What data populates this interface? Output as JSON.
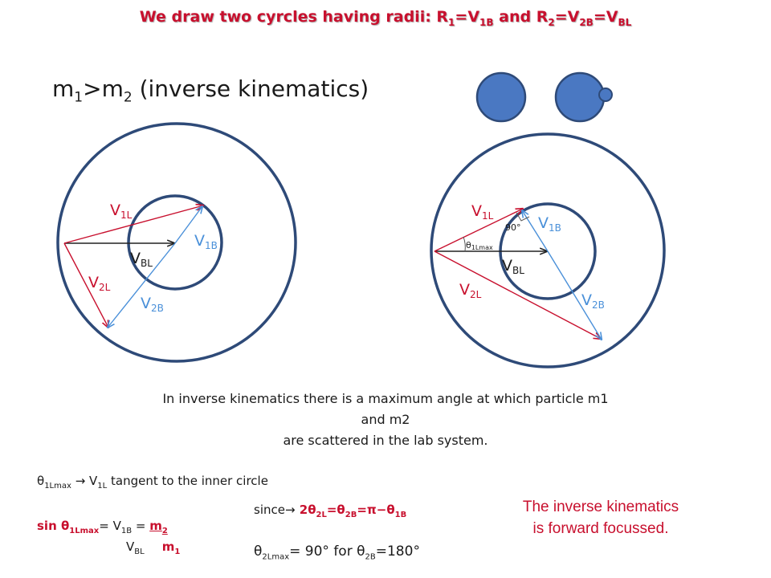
{
  "title": {
    "prefix": "We draw two cyrcles having radii: R",
    "r1_sub": "1",
    "eq1": "=V",
    "v1b_sub": "1B",
    "mid": " and R",
    "r2_sub": "2",
    "eq2": "=V",
    "v2b_sub": "2B",
    "eq3": "=V",
    "vbl_sub": "BL"
  },
  "subtitle": {
    "m1": "m",
    "m1_sub": "1",
    "gt": ">m",
    "m2_sub": "2",
    "rest": " (inverse kinematics)"
  },
  "left_diagram": {
    "labels": {
      "v1l": "V",
      "v1l_sub": "1L",
      "v1b": "V",
      "v1b_sub": "1B",
      "vbl": "V",
      "vbl_sub": "BL",
      "v2l": "V",
      "v2l_sub": "2L",
      "v2b": "V",
      "v2b_sub": "2B"
    }
  },
  "right_diagram": {
    "labels": {
      "v1l": "V",
      "v1l_sub": "1L",
      "v1b": "V",
      "v1b_sub": "1B",
      "vbl": "V",
      "vbl_sub": "BL",
      "v2l": "V",
      "v2l_sub": "2L",
      "v2b": "V",
      "v2b_sub": "2B",
      "angle": "90°",
      "theta": "θ",
      "theta_sub": "1Lmax"
    }
  },
  "paragraph": {
    "line1": "In inverse kinematics there is a maximum angle at which particle m1 and m2",
    "line2": "are scattered in the lab system."
  },
  "notes": {
    "tangent": {
      "theta": "θ",
      "theta_sub": "1Lmax",
      "arrow_text": " → V",
      "v_sub": "1L",
      "rest": " tangent to the inner circle"
    },
    "sin": {
      "sin_label": "sin θ",
      "sin_sub": "1Lmax",
      "eq1": "= V",
      "v1b_sub": "1B",
      "eq2": " = ",
      "m2": "m",
      "m2_sub": "2",
      "den_v": "V",
      "den_v_sub": "BL",
      "m1": "m",
      "m1_sub": "1"
    },
    "since": {
      "since": "since",
      "arrow": "→",
      "expr_a": " 2θ",
      "expr_a_sub": "2L",
      "expr_b": "=θ",
      "expr_b_sub": "2B",
      "expr_c": "=π−θ",
      "expr_c_sub": "1B"
    },
    "theta2": {
      "theta": "θ",
      "theta_sub": "2Lmax",
      "mid": "= 90° for θ",
      "mid_sub": "2B",
      "end": "=180°"
    }
  },
  "conclusion": {
    "line1": "The inverse  kinematics",
    "line2": "is forward focussed."
  },
  "colors": {
    "circle_stroke": "#2e4a78",
    "ball_fill": "#4a78c2",
    "red_arrow": "#c8102e",
    "blue_arrow": "#4a90d9",
    "title": "#c8102e"
  }
}
